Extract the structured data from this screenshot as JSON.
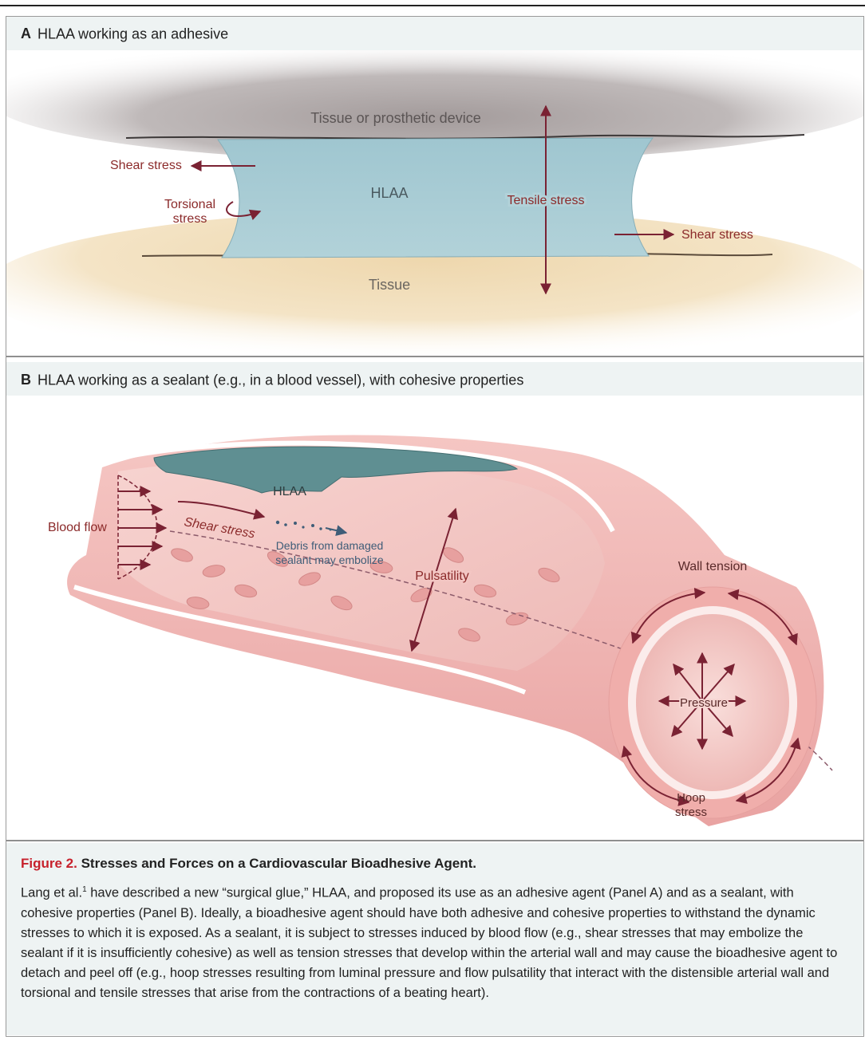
{
  "panel_a": {
    "letter": "A",
    "title": "HLAA working as an adhesive",
    "labels": {
      "top_surface": "Tissue or prosthetic device",
      "bottom_surface": "Tissue",
      "center": "HLAA",
      "shear_left": "Shear stress",
      "torsional_line1": "Torsional",
      "torsional_line2": "stress",
      "tensile": "Tensile stress",
      "shear_right": "Shear stress"
    }
  },
  "panel_b": {
    "letter": "B",
    "title": "HLAA working as a sealant (e.g., in a blood vessel), with cohesive properties",
    "labels": {
      "hlaa": "HLAA",
      "blood_flow": "Blood flow",
      "shear": "Shear stress",
      "debris_line1": "Debris from damaged",
      "debris_line2": "sealant may embolize",
      "pulsatility": "Pulsatility",
      "wall_tension": "Wall tension",
      "pressure": "Pressure",
      "hoop_line1": "Hoop",
      "hoop_line2": "stress"
    }
  },
  "caption": {
    "figure_label": "Figure 2.",
    "title": "Stresses and Forces on a Cardiovascular Bioadhesive Agent.",
    "authors": "Lang et al.",
    "ref": "1",
    "body": "have described a new “surgical glue,” HLAA, and proposed its use as an adhesive agent (Panel A) and as a sealant, with cohesive properties (Panel B). Ideally, a bioadhesive agent should have both adhesive and cohesive properties to withstand the dynamic stresses to which it is exposed. As a sealant, it is subject to stresses induced by blood flow (e.g., shear stresses that may embolize the sealant if it is insufficiently cohesive) as well as tension stresses that develop within the arterial wall and may cause the bioadhesive agent to detach and peel off (e.g., hoop stresses resulting from luminal pressure and flow pulsatility that interact with the distensible arterial wall and torsional and tensile stresses that arise from the contractions of a beating heart)."
  },
  "colors": {
    "arrow": "#7a2233",
    "label_red": "#8b2a2a",
    "hlaa_blue": "#a9cbd3",
    "tissue": "#efd9b4",
    "prosthetic": "#9e9696",
    "vessel_pink": "#f2b5b3",
    "sealant_teal": "#5f8f92",
    "debris_blue": "#3f5d78",
    "figure_red": "#c7212c",
    "caption_bg": "#eef3f3"
  }
}
